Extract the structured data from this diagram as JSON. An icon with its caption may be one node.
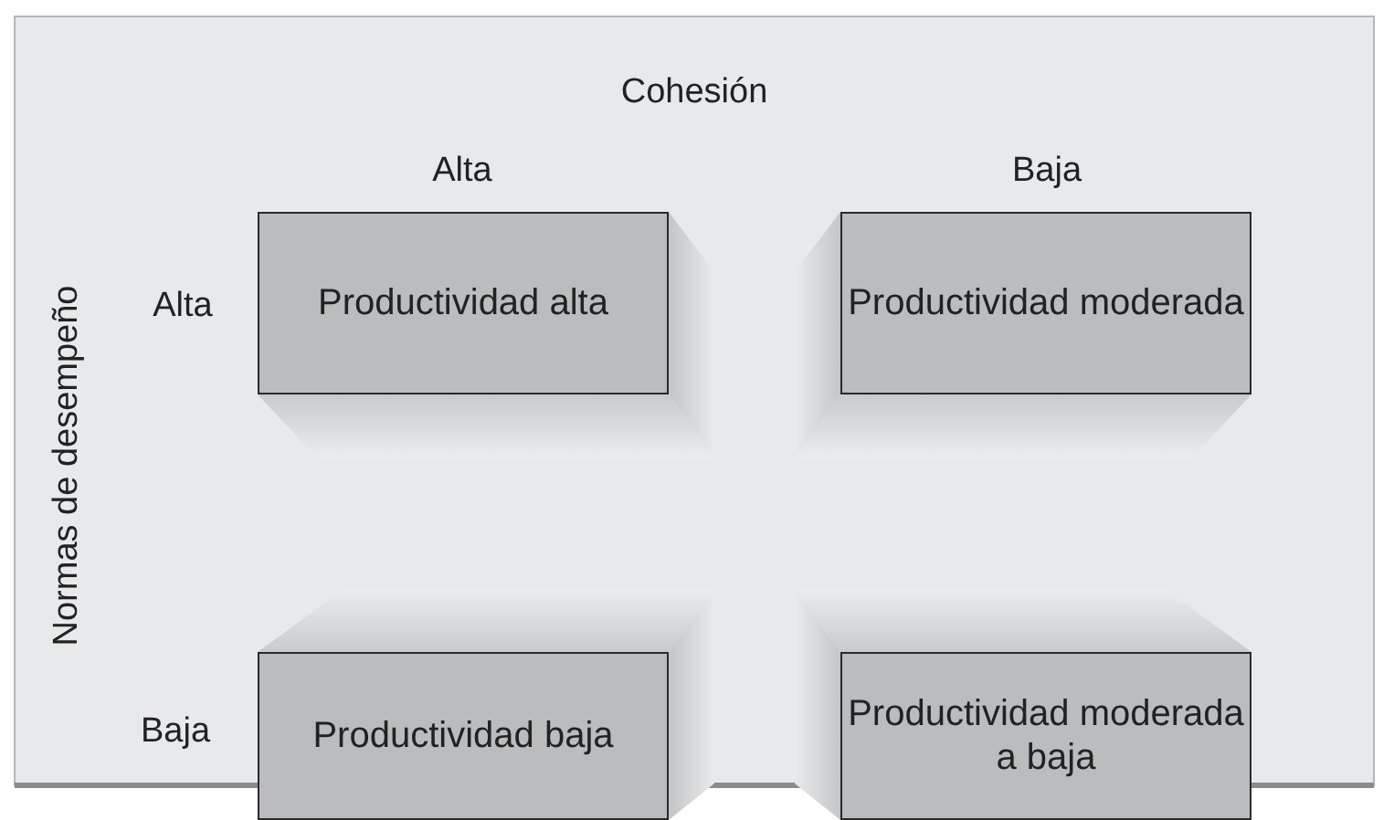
{
  "diagram": {
    "nodes": [
      {
        "text": [
          "Productividad alta"
        ]
      },
      {
        "text": [
          "Productividad moderada"
        ]
      },
      {
        "text": [
          "Productividad baja"
        ]
      },
      {
        "text": [
          "Productividad moderada a baja"
        ]
      }
    ],
    "edges": [],
    "labels": [
      "Cohesión",
      "Alta",
      "Baja",
      "Normas de desempeño",
      "Alta",
      "Baja"
    ]
  }
}
